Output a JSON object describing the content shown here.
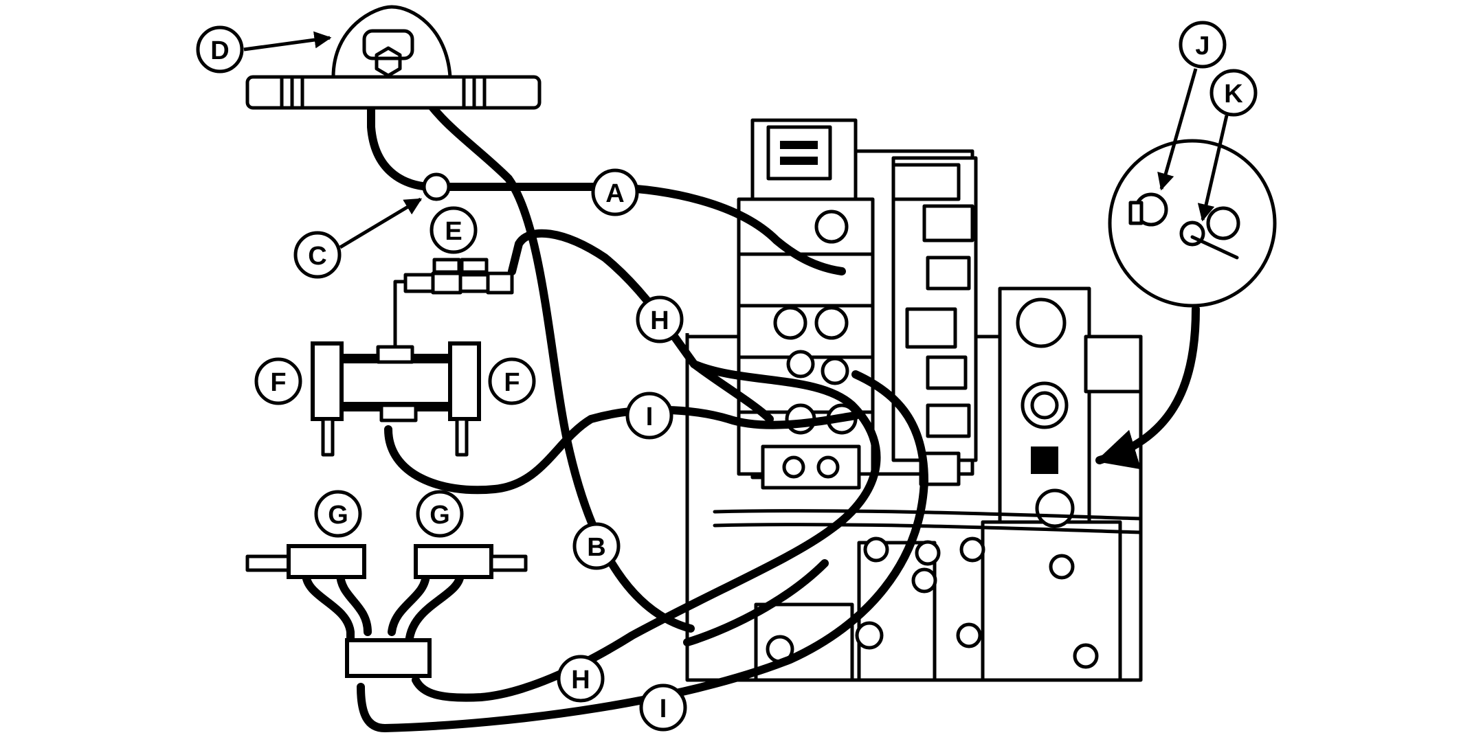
{
  "callouts": {
    "A": "A",
    "B": "B",
    "C": "C",
    "D": "D",
    "E": "E",
    "F_left": "F",
    "F_right": "F",
    "G_left": "G",
    "G_right": "G",
    "H_upper": "H",
    "H_lower": "H",
    "I_upper": "I",
    "I_lower": "I",
    "J": "J",
    "K": "K"
  },
  "icons": [
    "arrowhead-icon"
  ],
  "colors": {
    "line": "#000000",
    "background": "#ffffff"
  }
}
